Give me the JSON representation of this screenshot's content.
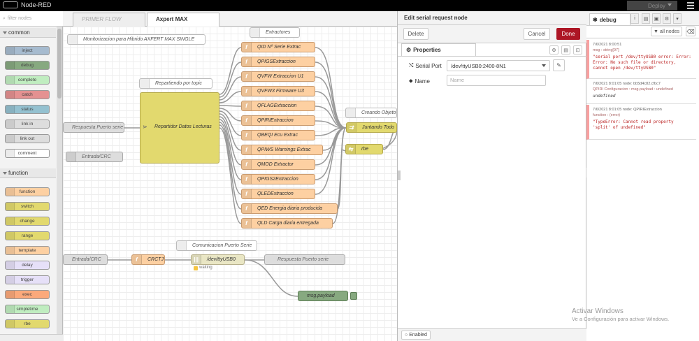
{
  "header": {
    "title": "Node-RED",
    "deploy_label": "Deploy"
  },
  "palette": {
    "filter_placeholder": "filter nodes",
    "categories": [
      {
        "name": "common",
        "nodes": [
          "inject",
          "debug",
          "complete",
          "catch",
          "status",
          "link in",
          "link out",
          "comment"
        ]
      },
      {
        "name": "function",
        "nodes": [
          "function",
          "switch",
          "change",
          "range",
          "template",
          "delay",
          "trigger",
          "exec",
          "simpletime",
          "rbe"
        ]
      }
    ]
  },
  "tabs": [
    {
      "label": "PRIMER FLOW",
      "active": false
    },
    {
      "label": "Axpert MAX",
      "active": true
    }
  ],
  "flow": {
    "comments": {
      "monitor": "Monitorizacion para Hibrido AXFERT MAX SINGLE",
      "extractores": "Extractores",
      "repartiendo": "Repartiendo por topic",
      "creando": "Creando Objeto",
      "comunicacion": "Comunicacion Puerto Serie"
    },
    "link_respuesta": "Respuesta Puerto serie",
    "link_entrada": "Entrada/CRC",
    "splitter": "Repartidor Datos Lecturas",
    "functions": [
      "QID Nº Serie Extrac",
      "QPIGSExtraccion",
      "QVFW Extraccion U1",
      "QVFW3 Firmware U3",
      "QFLAGExtraccion",
      "QPIRIExtraccion",
      "QBEQI Ecu Extrac",
      "QPIWS Warnings Extrac",
      "QMOD Extractor",
      "QPIGS2Extraccion",
      "QLEDExtraccion",
      "QED Energia diaria producida",
      "QLD Carga diaria entregada"
    ],
    "join": "Juntando Todo",
    "rbe": "rbe",
    "bottom": {
      "entrada": "Entrada/CRC",
      "crctj": "CRCTJ",
      "serial": "/dev/ttyUSB0",
      "serial_status": "waiting",
      "respuesta": "Respuesta Puerto serie",
      "debug": "msg.payload"
    }
  },
  "editor": {
    "title": "Edit serial request node",
    "delete_label": "Delete",
    "cancel_label": "Cancel",
    "done_label": "Done",
    "properties_tab": "Properties",
    "serial_port_label": "Serial Port",
    "serial_port_value": "/dev/ttyUSB0:2400-8N1",
    "name_label": "Name",
    "name_placeholder": "Name",
    "enabled_label": "Enabled"
  },
  "sidebar": {
    "tab_label": "debug",
    "filter_label": "all nodes",
    "messages": [
      {
        "meta": "7/6/2021 8:00:51",
        "topic": "msg : string[97]",
        "body": "\"serial port /dev/ttyUSB0 error: Error: Error: No such file or directory, cannot open /dev/ttyUSB0\"",
        "error": true
      },
      {
        "meta": "7/6/2021 8:01:05   node: bb5d4c82.cfbc7",
        "topic": "QPIRI Configuracion : msg.payload : undefined",
        "body": "undefined",
        "error": false
      },
      {
        "meta": "7/6/2021 8:01:05   node: QPIRIExtraccion",
        "topic": "function : (error)",
        "body": "\"TypeError: Cannot read property 'split' of undefined\"",
        "error": true
      }
    ]
  },
  "watermark": {
    "line1": "Activar Windows",
    "line2": "Ve a Configuración para activar Windows."
  },
  "colors": {
    "header_bg": "#000000",
    "function_node": "#fdd0a2",
    "change_node": "#e2d96e",
    "debug_node": "#87a980",
    "done_button": "#ad1625",
    "error_border": "#f8a0a0"
  }
}
